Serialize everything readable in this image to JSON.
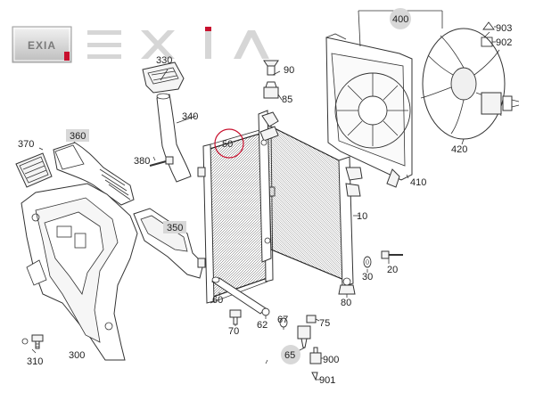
{
  "brand": {
    "logo_small_text": "EXIA",
    "wordmark": "EXIA",
    "accent_color": "#c8102e"
  },
  "labels": {
    "p10": "10",
    "p20": "20",
    "p30": "30",
    "p50": "50",
    "p60": "60",
    "p62": "62",
    "p65": "65",
    "p67": "67",
    "p70": "70",
    "p75": "75",
    "p80": "80",
    "p85": "85",
    "p90": "90",
    "p300": "300",
    "p310": "310",
    "p330": "330",
    "p340": "340",
    "p350": "350",
    "p360": "360",
    "p370": "370",
    "p380": "380",
    "p400": "400",
    "p410": "410",
    "p420": "420",
    "p900": "900",
    "p901": "901",
    "p902": "902",
    "p903": "903"
  },
  "colors": {
    "highlight_box": "#d8d8d8",
    "highlight_circle": "#c8102e",
    "line": "#333333"
  }
}
